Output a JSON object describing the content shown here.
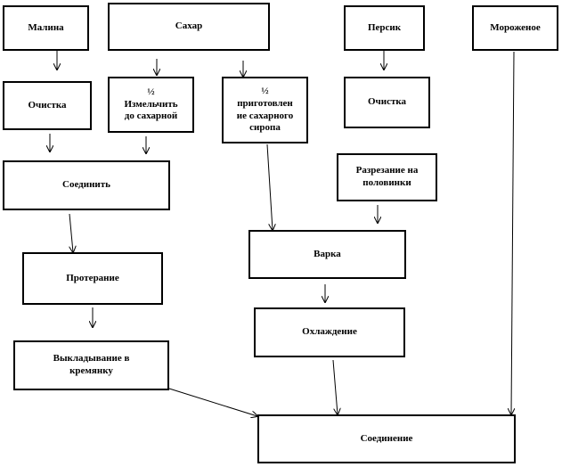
{
  "nodes": {
    "malina": "Малина",
    "sakhar": "Сахар",
    "persik": "Персик",
    "morozhenoe": "Мороженое",
    "ochistka1": "Очистка",
    "izmelchit": "½\nИзмельчить\nдо сахарной",
    "prigotovlenie": "½\nприготовлен\nие сахарного\nсиропа",
    "ochistka2": "Очистка",
    "razrezanie": "Разрезание на\nполовинки",
    "soedinit": "Соединить",
    "varka": "Варка",
    "proteranie": "Протерание",
    "okhlazhdenie": "Охлаждение",
    "vykladyvanie": "Выкладывание в\nкремянку",
    "soedinenie": "Соединение"
  }
}
